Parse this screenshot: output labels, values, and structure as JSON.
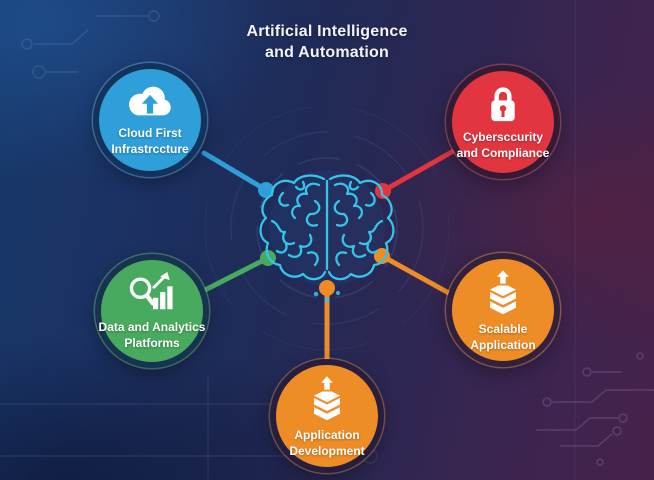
{
  "title": {
    "line1": "Artificial Intelligence",
    "line2": "and Automation"
  },
  "center": {
    "label": "AI brain",
    "icon": "brain-circuit-icon",
    "color": "#35c4ea"
  },
  "nodes": [
    {
      "id": "cloud-first-infrastructure",
      "label1": "Cloud First",
      "label2": "Infrastrccture",
      "icon": "cloud-upload-icon",
      "color": "#2e9fd8"
    },
    {
      "id": "cybersecurity-compliance",
      "label1": "Cybersccurity",
      "label2": "and Compliance",
      "icon": "padlock-icon",
      "color": "#e23540"
    },
    {
      "id": "data-analytics-platforms",
      "label1": "Data and Analytics",
      "label2": "Platforms",
      "icon": "search-analytics-icon",
      "color": "#48aa5e"
    },
    {
      "id": "scalable-application",
      "label1": "Scalable",
      "label2": "Application",
      "icon": "stacked-box-arrow-icon",
      "color": "#ee8d26"
    },
    {
      "id": "application-development",
      "label1": "Application",
      "label2": "Development",
      "icon": "stacked-box-arrow-icon",
      "color": "#ee8d26"
    }
  ]
}
